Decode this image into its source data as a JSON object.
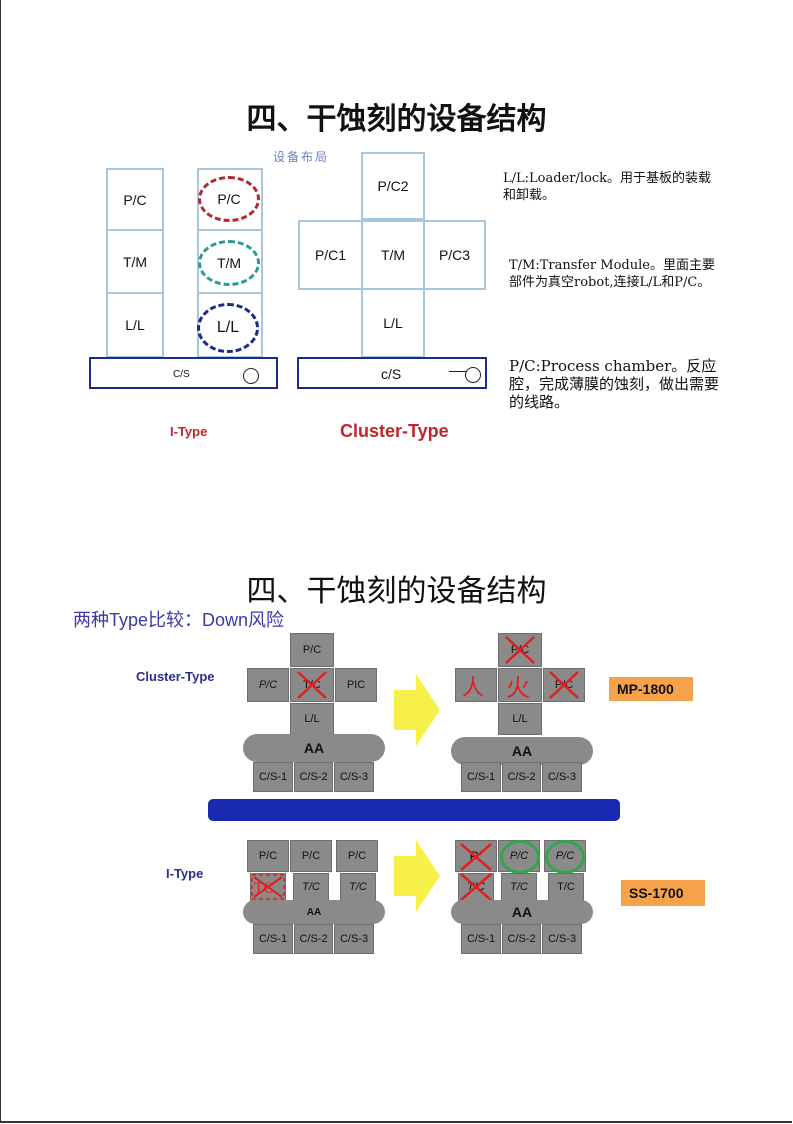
{
  "page": {
    "title1": "四、干蚀刻的设备结构",
    "title2": "四、干蚀刻的设备结构"
  },
  "layout": {
    "label": "设备布局",
    "itype": {
      "boxes": [
        "P/C",
        "T/M",
        "L/L"
      ],
      "ovals": [
        "P/C",
        "T/M",
        "L/L"
      ],
      "bar": "C/S",
      "name": "I-Type"
    },
    "cluster": {
      "top": "P/C2",
      "left": "P/C1",
      "center": "T/M",
      "right": "P/C3",
      "bottom": "L/L",
      "bar": "c/S",
      "name": "Cluster-Type"
    },
    "descriptions": {
      "ll": "L/L:Loader/lock。用于基板的装载和卸载。",
      "tm": "T/M:Transfer Module。里面主要部件为真空robot,连接L/L和P/C。",
      "pc": "P/C:Process chamber。反应腔，完成薄膜的蚀刻，做出需要的线路。"
    },
    "colors": {
      "box_border": "#a7c6e0",
      "bar_border": "#1c2a8a",
      "oval_red": "#b02a30",
      "oval_teal": "#2a9a9a",
      "oval_navy": "#1c2a8a"
    }
  },
  "compare": {
    "subtitle": "两种Type比较：Down风险",
    "cluster_label": "Cluster-Type",
    "itype_label": "I-Type",
    "cluster": {
      "top": "P/C",
      "left": "P/C",
      "center": "T/C",
      "right": "PIC",
      "ll": "L/L",
      "rail": "AA",
      "cs": [
        "C/S-1",
        "C/S-2",
        "C/S-3"
      ]
    },
    "cluster_after": {
      "top": "P/C",
      "left_text": "人",
      "center_text": "火",
      "right": "P/C",
      "ll": "L/L",
      "rail": "AA",
      "cs": [
        "C/S-1",
        "C/S-2",
        "C/S-3"
      ],
      "model": "MP-1800"
    },
    "itype": {
      "pc": [
        "P/C",
        "P/C",
        "P/C"
      ],
      "tc": [
        "TC",
        "T/C",
        "T/C"
      ],
      "rail": "AA",
      "cs": [
        "C/S-1",
        "C/S-2",
        "C/S-3"
      ]
    },
    "itype_after": {
      "pc": [
        "P:",
        "P/C",
        "P/C"
      ],
      "tc": [
        "T/C",
        "T/C",
        "T/C"
      ],
      "rail": "AA",
      "cs": [
        "C/S-1",
        "C/S-2",
        "C/S-3"
      ],
      "model": "SS-1700"
    },
    "colors": {
      "gray": "#8a8a8a",
      "model_bg": "#f5a24a",
      "divider": "#1a2ab0",
      "arrow": "#f7f04a",
      "cross": "#e02020",
      "ring": "#2fa84a"
    }
  }
}
